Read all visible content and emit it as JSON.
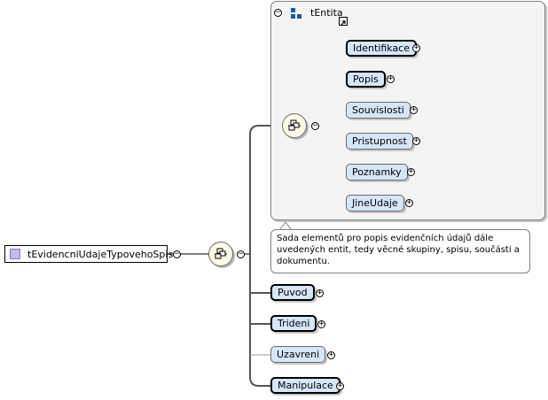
{
  "root": {
    "label": "tEvidencniUdajeTypovehoSpisu"
  },
  "entita": {
    "title": "tEntita",
    "children": [
      {
        "label": "Identifikace"
      },
      {
        "label": "Popis"
      },
      {
        "label": "Souvislosti"
      },
      {
        "label": "Pristupnost"
      },
      {
        "label": "Poznamky"
      },
      {
        "label": "JineUdaje"
      }
    ],
    "annotation": "Sada elementů pro popis evidenčních údajů dále uvedených entit, tedy věcné skupiny, spisu, součásti a dokumentu."
  },
  "children": [
    {
      "label": "Puvod"
    },
    {
      "label": "Trideni"
    },
    {
      "label": "Uzavreni"
    },
    {
      "label": "Manipulace"
    }
  ],
  "symbols": {
    "collapse": "−",
    "expand": "+"
  },
  "icons": {
    "sequence": "sequence-compositor-icon",
    "type": "complex-type-icon",
    "element": "element-icon",
    "reference": "reference-arrow-icon"
  }
}
